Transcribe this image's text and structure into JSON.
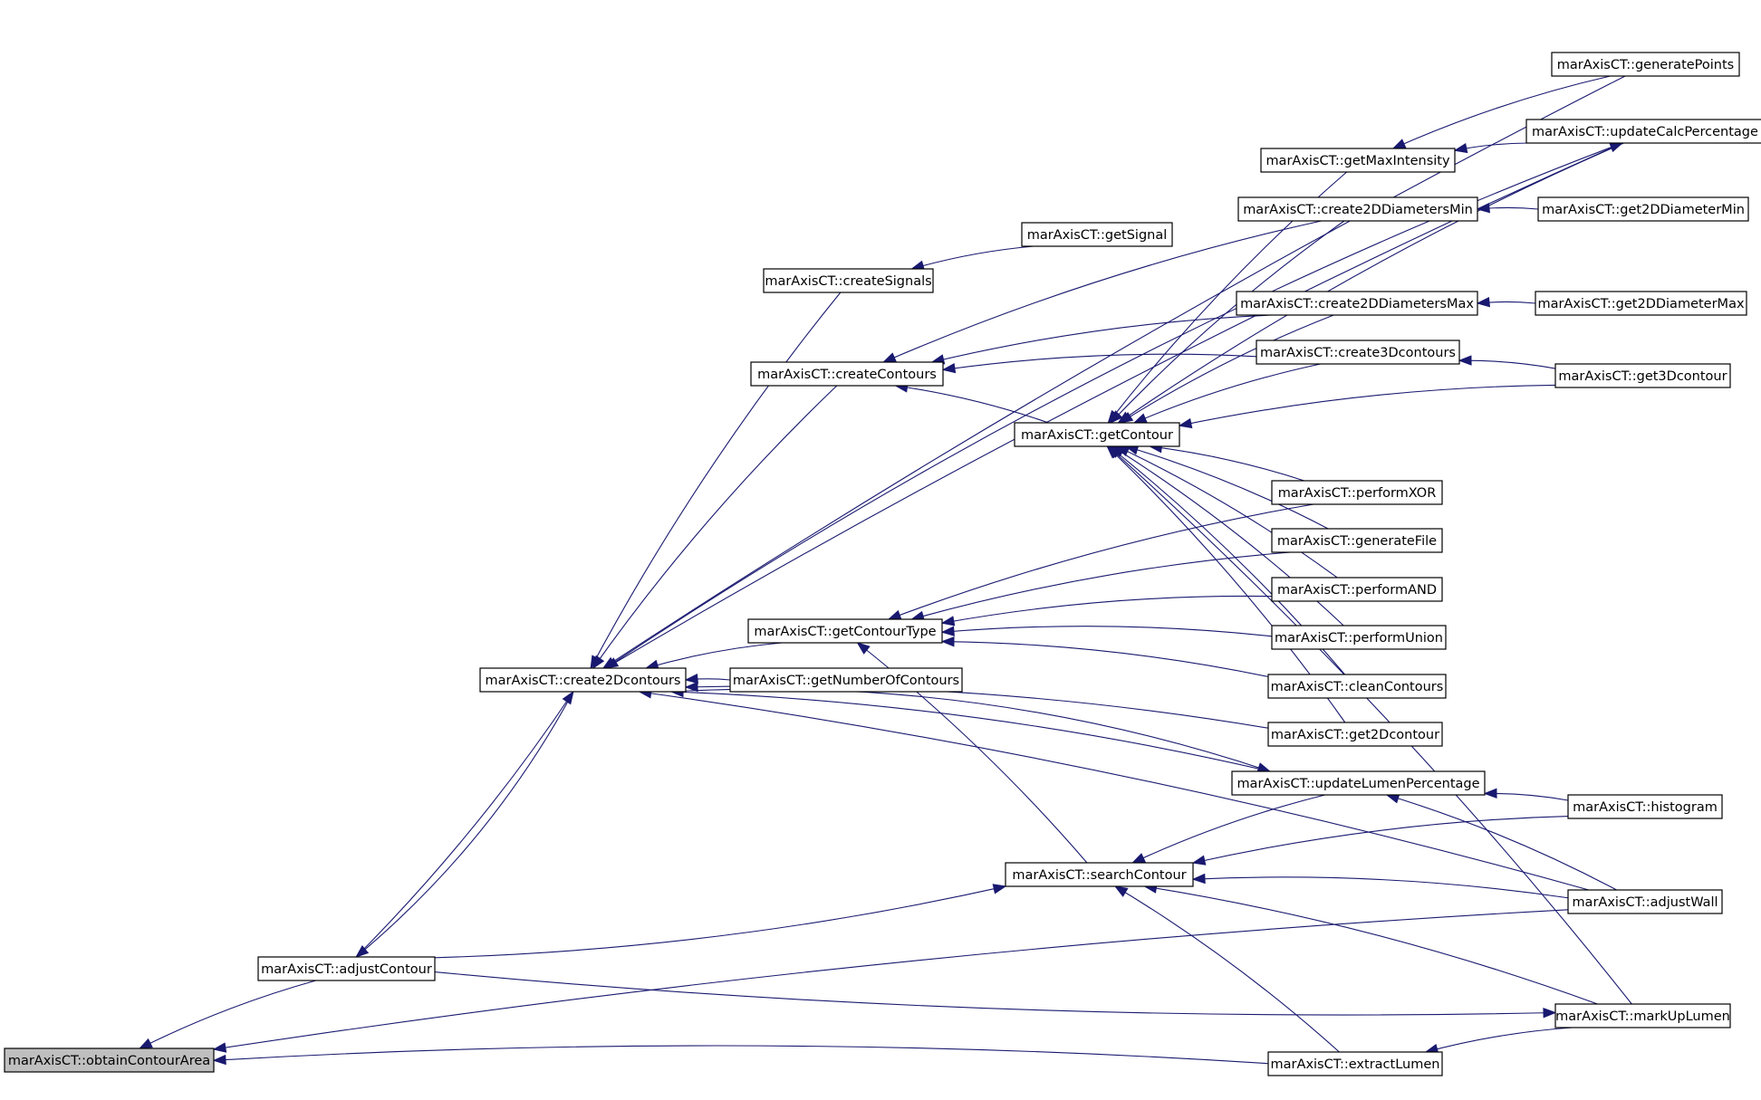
{
  "nodes": [
    {
      "id": "obtainContourArea",
      "label": "marAxisCT::obtainContourArea",
      "root": true
    },
    {
      "id": "adjustContour",
      "label": "marAxisCT::adjustContour"
    },
    {
      "id": "create2Dcontours",
      "label": "marAxisCT::create2Dcontours"
    },
    {
      "id": "createSignals",
      "label": "marAxisCT::createSignals"
    },
    {
      "id": "createContours",
      "label": "marAxisCT::createContours"
    },
    {
      "id": "getContourType",
      "label": "marAxisCT::getContourType"
    },
    {
      "id": "getNumberOfContours",
      "label": "marAxisCT::getNumberOfContours"
    },
    {
      "id": "searchContour",
      "label": "marAxisCT::searchContour"
    },
    {
      "id": "getSignal",
      "label": "marAxisCT::getSignal"
    },
    {
      "id": "getContour",
      "label": "marAxisCT::getContour"
    },
    {
      "id": "getMaxIntensity",
      "label": "marAxisCT::getMaxIntensity"
    },
    {
      "id": "create2DDiametersMin",
      "label": "marAxisCT::create2DDiametersMin"
    },
    {
      "id": "create2DDiametersMax",
      "label": "marAxisCT::create2DDiametersMax"
    },
    {
      "id": "create3Dcontours",
      "label": "marAxisCT::create3Dcontours"
    },
    {
      "id": "performXOR",
      "label": "marAxisCT::performXOR"
    },
    {
      "id": "generateFile",
      "label": "marAxisCT::generateFile"
    },
    {
      "id": "performAND",
      "label": "marAxisCT::performAND"
    },
    {
      "id": "performUnion",
      "label": "marAxisCT::performUnion"
    },
    {
      "id": "cleanContours",
      "label": "marAxisCT::cleanContours"
    },
    {
      "id": "get2Dcontour",
      "label": "marAxisCT::get2Dcontour"
    },
    {
      "id": "updateLumenPercentage",
      "label": "marAxisCT::updateLumenPercentage"
    },
    {
      "id": "extractLumen",
      "label": "marAxisCT::extractLumen"
    },
    {
      "id": "generatePoints",
      "label": "marAxisCT::generatePoints"
    },
    {
      "id": "updateCalcPercentage",
      "label": "marAxisCT::updateCalcPercentage"
    },
    {
      "id": "get2DDiameterMin",
      "label": "marAxisCT::get2DDiameterMin"
    },
    {
      "id": "get2DDiameterMax",
      "label": "marAxisCT::get2DDiameterMax"
    },
    {
      "id": "get3Dcontour",
      "label": "marAxisCT::get3Dcontour"
    },
    {
      "id": "histogram",
      "label": "marAxisCT::histogram"
    },
    {
      "id": "adjustWall",
      "label": "marAxisCT::adjustWall"
    },
    {
      "id": "markUpLumen",
      "label": "marAxisCT::markUpLumen"
    }
  ],
  "edges": [
    {
      "from": "adjustContour",
      "to": "obtainContourArea"
    },
    {
      "from": "adjustWall",
      "to": "obtainContourArea"
    },
    {
      "from": "extractLumen",
      "to": "obtainContourArea"
    },
    {
      "from": "adjustContour",
      "to": "create2Dcontours"
    },
    {
      "from": "create2Dcontours",
      "to": "adjustContour"
    },
    {
      "from": "createSignals",
      "to": "create2Dcontours"
    },
    {
      "from": "createContours",
      "to": "create2Dcontours"
    },
    {
      "from": "getContourType",
      "to": "create2Dcontours"
    },
    {
      "from": "getNumberOfContours",
      "to": "create2Dcontours"
    },
    {
      "from": "get2Dcontour",
      "to": "create2Dcontours"
    },
    {
      "from": "updateLumenPercentage",
      "to": "create2Dcontours"
    },
    {
      "from": "adjustWall",
      "to": "create2Dcontours"
    },
    {
      "from": "generatePoints",
      "to": "create2Dcontours"
    },
    {
      "from": "updateCalcPercentage",
      "to": "create2Dcontours"
    },
    {
      "from": "create2Dcontours",
      "to": "updateCalcPercentage"
    },
    {
      "from": "create2Dcontours",
      "to": "updateLumenPercentage"
    },
    {
      "from": "adjustContour",
      "to": "searchContour"
    },
    {
      "from": "adjustContour",
      "to": "markUpLumen"
    },
    {
      "from": "getSignal",
      "to": "createSignals"
    },
    {
      "from": "create2DDiametersMin",
      "to": "createContours"
    },
    {
      "from": "create2DDiametersMax",
      "to": "createContours"
    },
    {
      "from": "create3Dcontours",
      "to": "createContours"
    },
    {
      "from": "getContour",
      "to": "createContours"
    },
    {
      "from": "performXOR",
      "to": "getContourType"
    },
    {
      "from": "generateFile",
      "to": "getContourType"
    },
    {
      "from": "performAND",
      "to": "getContourType"
    },
    {
      "from": "performUnion",
      "to": "getContourType"
    },
    {
      "from": "cleanContours",
      "to": "getContourType"
    },
    {
      "from": "searchContour",
      "to": "getContourType"
    },
    {
      "from": "getMaxIntensity",
      "to": "getContour"
    },
    {
      "from": "create2DDiametersMin",
      "to": "getContour"
    },
    {
      "from": "create2DDiametersMax",
      "to": "getContour"
    },
    {
      "from": "create3Dcontours",
      "to": "getContour"
    },
    {
      "from": "updateCalcPercentage",
      "to": "getContour"
    },
    {
      "from": "get3Dcontour",
      "to": "getContour"
    },
    {
      "from": "markUpLumen",
      "to": "getContour"
    },
    {
      "from": "performXOR",
      "to": "getContour"
    },
    {
      "from": "generateFile",
      "to": "getContour"
    },
    {
      "from": "performAND",
      "to": "getContour"
    },
    {
      "from": "performUnion",
      "to": "getContour"
    },
    {
      "from": "cleanContours",
      "to": "getContour"
    },
    {
      "from": "get2Dcontour",
      "to": "getContour"
    },
    {
      "from": "generatePoints",
      "to": "getMaxIntensity"
    },
    {
      "from": "updateCalcPercentage",
      "to": "getMaxIntensity"
    },
    {
      "from": "get2DDiameterMin",
      "to": "create2DDiametersMin"
    },
    {
      "from": "get2DDiameterMax",
      "to": "create2DDiametersMax"
    },
    {
      "from": "get3Dcontour",
      "to": "create3Dcontours"
    },
    {
      "from": "histogram",
      "to": "updateLumenPercentage"
    },
    {
      "from": "adjustWall",
      "to": "updateLumenPercentage"
    },
    {
      "from": "updateLumenPercentage",
      "to": "searchContour"
    },
    {
      "from": "histogram",
      "to": "searchContour"
    },
    {
      "from": "adjustWall",
      "to": "searchContour"
    },
    {
      "from": "markUpLumen",
      "to": "searchContour"
    },
    {
      "from": "extractLumen",
      "to": "searchContour"
    },
    {
      "from": "markUpLumen",
      "to": "extractLumen"
    }
  ]
}
